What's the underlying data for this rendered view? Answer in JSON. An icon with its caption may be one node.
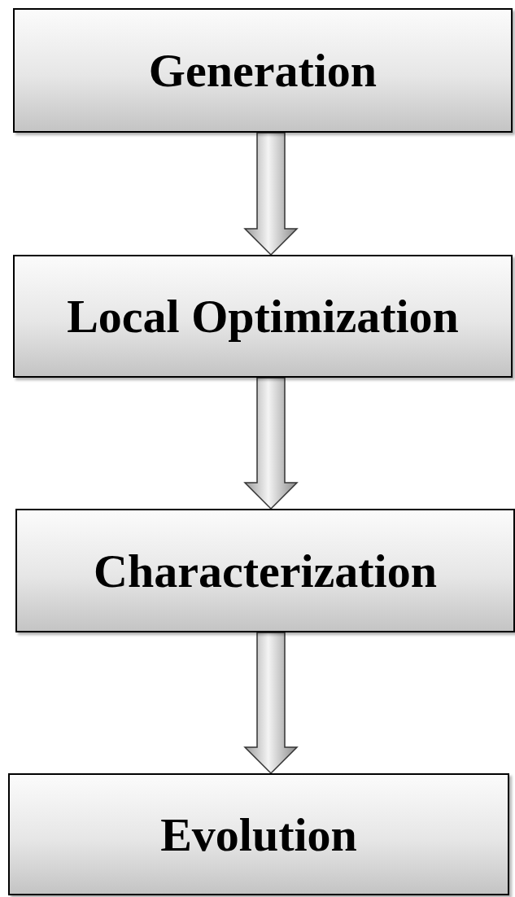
{
  "diagram": {
    "nodes": [
      {
        "text": [
          "Generation"
        ]
      },
      {
        "text": [
          "Local Optimization"
        ]
      },
      {
        "text": [
          "Characterization"
        ]
      },
      {
        "text": [
          "Evolution"
        ]
      }
    ],
    "edges": [
      {
        "from": 0,
        "to": 1,
        "arrow": "to"
      },
      {
        "from": 1,
        "to": 2,
        "arrow": "to"
      },
      {
        "from": 2,
        "to": 3,
        "arrow": "to"
      }
    ]
  }
}
